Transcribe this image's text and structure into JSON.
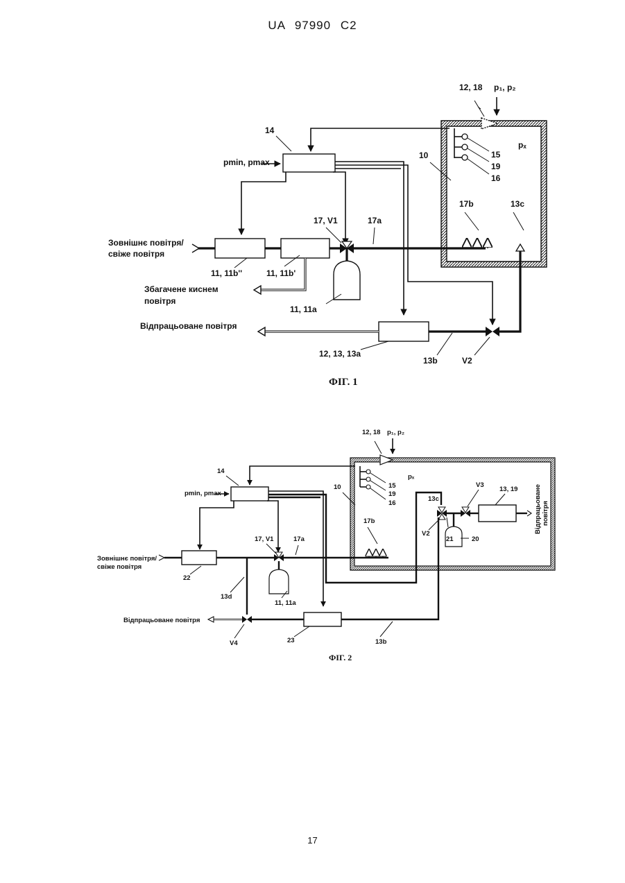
{
  "header": {
    "doc_id": "UA 97990 C2"
  },
  "page_number": "17",
  "fig1": {
    "caption": "ФІГ. 1",
    "labels": {
      "sensor_top": "12, 18",
      "pressures_top": "p₁, p₂",
      "controller": "14",
      "pmin_pmax": "pmin, pmax",
      "room": "10",
      "px": "pₓ",
      "s15": "15",
      "s19": "19",
      "s16": "16",
      "outlets": "17b",
      "inlet_13c": "13c",
      "valve_v1": "17, V1",
      "line_17a": "17a",
      "outside_air_1": "Зовнішнє повітря/",
      "outside_air_2": "свіже повітря",
      "filter1": "11, 11b''",
      "filter2": "11, 11b'",
      "enriched_1": "Збагачене киснем",
      "enriched_2": "повітря",
      "tank": "11, 11a",
      "exhaust": "Відпрацьоване повітря",
      "exhaust_unit": "12, 13, 13a",
      "line_13b": "13b",
      "valve_v2": "V2"
    }
  },
  "fig2": {
    "caption": "ФІГ. 2",
    "labels": {
      "sensor_top": "12, 18",
      "pressures_top": "p₁, p₂",
      "controller": "14",
      "pmin_pmax": "pmin, pmax",
      "room": "10",
      "px": "pₓ",
      "s15": "15",
      "s19": "19",
      "s16": "16",
      "outlets": "17b",
      "valve_v1": "17, V1",
      "line_17a": "17a",
      "outside_air_1": "Зовнішнє повітря/",
      "outside_air_2": "свіже повітря",
      "unit22": "22",
      "line_13d": "13d",
      "tank": "11, 11a",
      "exhaust": "Відпрацьоване повітря",
      "valve_v4": "V4",
      "unit23": "23",
      "line_13b": "13b",
      "inlet_13c": "13c",
      "valve_v3": "V3",
      "valve_v2": "V2",
      "n21": "21",
      "n20": "20",
      "unit_13_19": "13, 19",
      "exhaust_vert_1": "Відпрацьоване",
      "exhaust_vert_2": "повітря"
    }
  }
}
